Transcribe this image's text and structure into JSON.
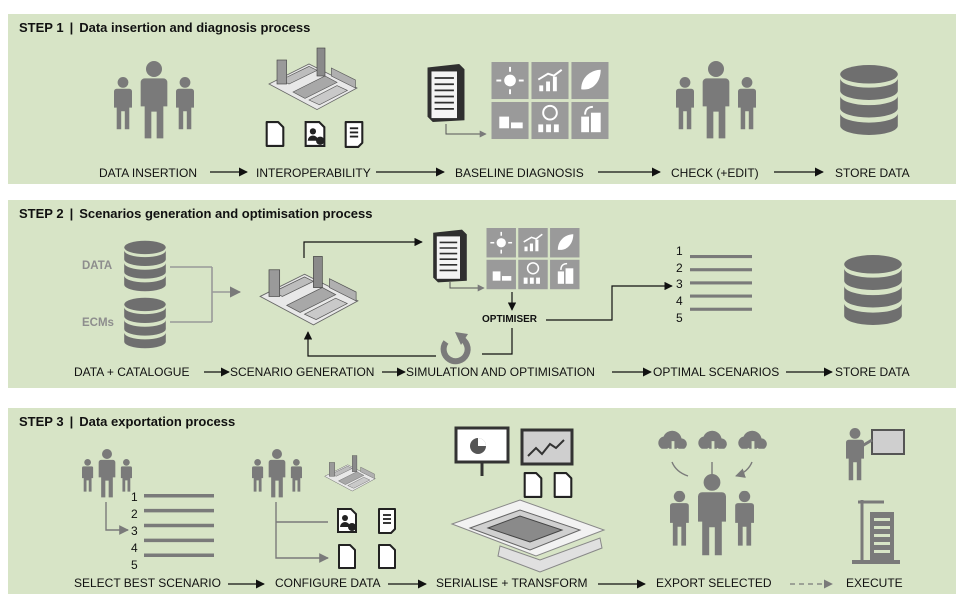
{
  "step1": {
    "number": "STEP 1",
    "separator": "|",
    "title": "Data insertion and diagnosis process",
    "flow": [
      "DATA INSERTION",
      "INTEROPERABILITY",
      "BASELINE DIAGNOSIS",
      "CHECK (+EDIT)",
      "STORE DATA"
    ]
  },
  "step2": {
    "number": "STEP 2",
    "separator": "|",
    "title": "Scenarios generation and optimisation process",
    "inputs": [
      "DATA",
      "ECMs"
    ],
    "optimiser": "OPTIMISER",
    "ranks": [
      "1",
      "2",
      "3",
      "4",
      "5"
    ],
    "flow": [
      "DATA + CATALOGUE",
      "SCENARIO GENERATION",
      "SIMULATION AND OPTIMISATION",
      "OPTIMAL SCENARIOS",
      "STORE DATA"
    ]
  },
  "step3": {
    "number": "STEP 3",
    "separator": "|",
    "title": "Data exportation process",
    "ranks": [
      "1",
      "2",
      "3",
      "4",
      "5"
    ],
    "flow": [
      "SELECT BEST SCENARIO",
      "CONFIGURE DATA",
      "SERIALISE + TRANSFORM",
      "EXPORT SELECTED",
      "EXECUTE"
    ]
  },
  "colors": {
    "panel": "#d7e4c6",
    "icon": "#7a7a7a",
    "tile": "#9a9a9a",
    "text": "#111111"
  }
}
